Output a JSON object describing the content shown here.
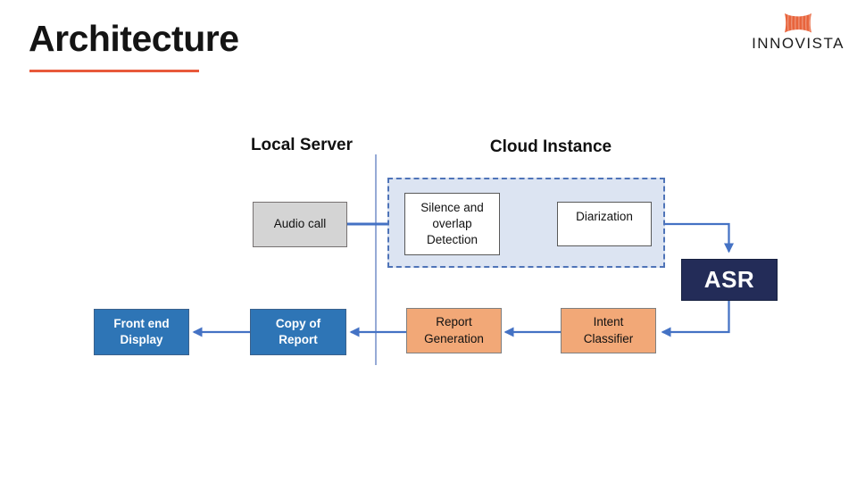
{
  "slide": {
    "title": "Architecture",
    "underline_color": "#e8593b",
    "background": "#ffffff"
  },
  "logo": {
    "text": "INNOVISTA",
    "icon": "innovista-mark-icon",
    "icon_color": "#e8643c"
  },
  "diagram": {
    "zones": {
      "local_server": "Local Server",
      "cloud_instance": "Cloud Instance"
    },
    "nodes": {
      "audio_call": {
        "label": "Audio call",
        "fill": "#d4d4d4"
      },
      "silence": {
        "label": "Silence and overlap Detection",
        "fill": "#ffffff"
      },
      "diarization": {
        "label": "Diarization",
        "fill": "#ffffff"
      },
      "asr": {
        "label": "ASR",
        "fill": "#232c58"
      },
      "intent": {
        "label": "Intent Classifier",
        "fill": "#f2a877"
      },
      "report_gen": {
        "label": "Report Generation",
        "fill": "#f2a877"
      },
      "copy_report": {
        "label": "Copy of Report",
        "fill": "#2e75b6"
      },
      "front_end": {
        "label": "Front end Display",
        "fill": "#2e75b6"
      }
    },
    "edges": [
      {
        "from": "audio_call",
        "to": "cloud_instance_group",
        "arrow": false
      },
      {
        "from": "diarization",
        "to": "asr",
        "arrow": true
      },
      {
        "from": "asr",
        "to": "intent",
        "arrow": true
      },
      {
        "from": "intent",
        "to": "report_gen",
        "arrow": true
      },
      {
        "from": "report_gen",
        "to": "copy_report",
        "arrow": true
      },
      {
        "from": "copy_report",
        "to": "front_end",
        "arrow": true
      }
    ],
    "colors": {
      "connector": "#4472c4",
      "divider": "#96aad6",
      "cloud_group_bg": "#dce4f2",
      "cloud_group_border": "#4f74b8"
    }
  }
}
